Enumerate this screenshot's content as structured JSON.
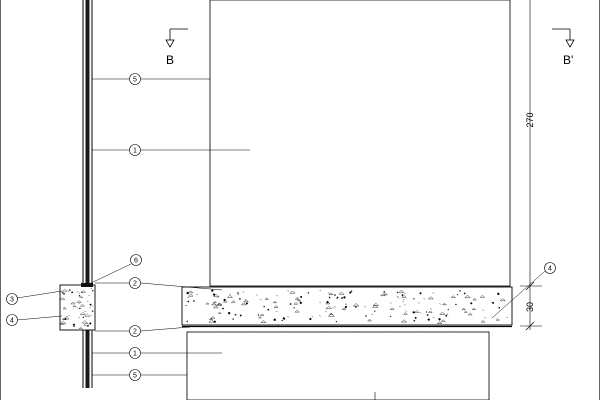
{
  "section_markers": {
    "left": {
      "letter": "B"
    },
    "right": {
      "letter": "B'"
    }
  },
  "dimensions": {
    "panel_height": "270",
    "slab_height": "30"
  },
  "callouts": [
    {
      "id": "c5a",
      "number": "5"
    },
    {
      "id": "c1a",
      "number": "1"
    },
    {
      "id": "c6",
      "number": "6"
    },
    {
      "id": "c2a",
      "number": "2"
    },
    {
      "id": "c3",
      "number": "3"
    },
    {
      "id": "c4a",
      "number": "4"
    },
    {
      "id": "c4b",
      "number": "4"
    },
    {
      "id": "c2b",
      "number": "2"
    },
    {
      "id": "c1b",
      "number": "1"
    },
    {
      "id": "c5b",
      "number": "5"
    }
  ],
  "colors": {
    "glass_light": "#e6fbfb",
    "glass_mid": "#86e3e0",
    "glass_deep": "#3fc9c6",
    "line": "#000000",
    "concrete": "#ffffff"
  }
}
